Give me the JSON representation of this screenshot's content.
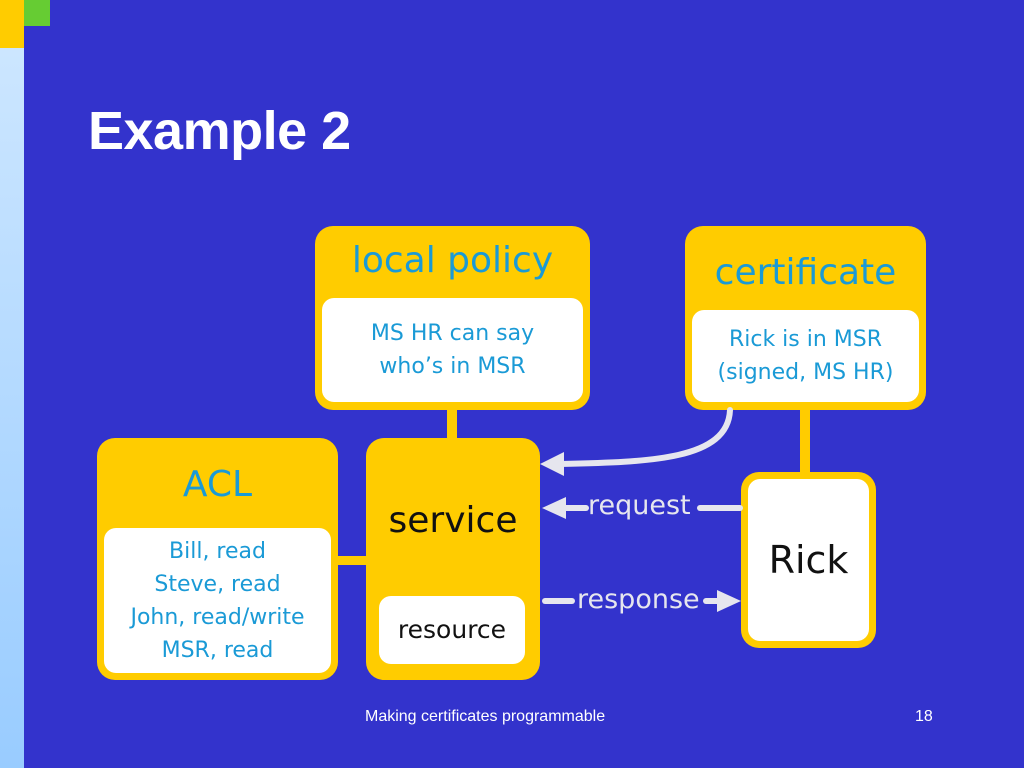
{
  "slide": {
    "title": "Example 2",
    "footer_text": "Making certificates programmable",
    "page_number": "18"
  },
  "boxes": {
    "local_policy": {
      "title": "local policy",
      "lines": [
        "MS HR can say",
        "who’s in MSR"
      ]
    },
    "certificate": {
      "title": "certificate",
      "lines": [
        "Rick is in MSR",
        "(signed, MS HR)"
      ]
    },
    "acl": {
      "title": "ACL",
      "lines": [
        "Bill, read",
        "Steve, read",
        "John, read/write",
        "MSR, read"
      ]
    },
    "service": {
      "title": "service",
      "resource_label": "resource"
    },
    "rick": {
      "label": "Rick"
    }
  },
  "arrows": {
    "request_label": "request",
    "response_label": "response"
  },
  "colors": {
    "background": "#3333cc",
    "box_fill": "#ffcc00",
    "box_text": "#1a9ad6",
    "arrow": "#e6e6ee"
  }
}
